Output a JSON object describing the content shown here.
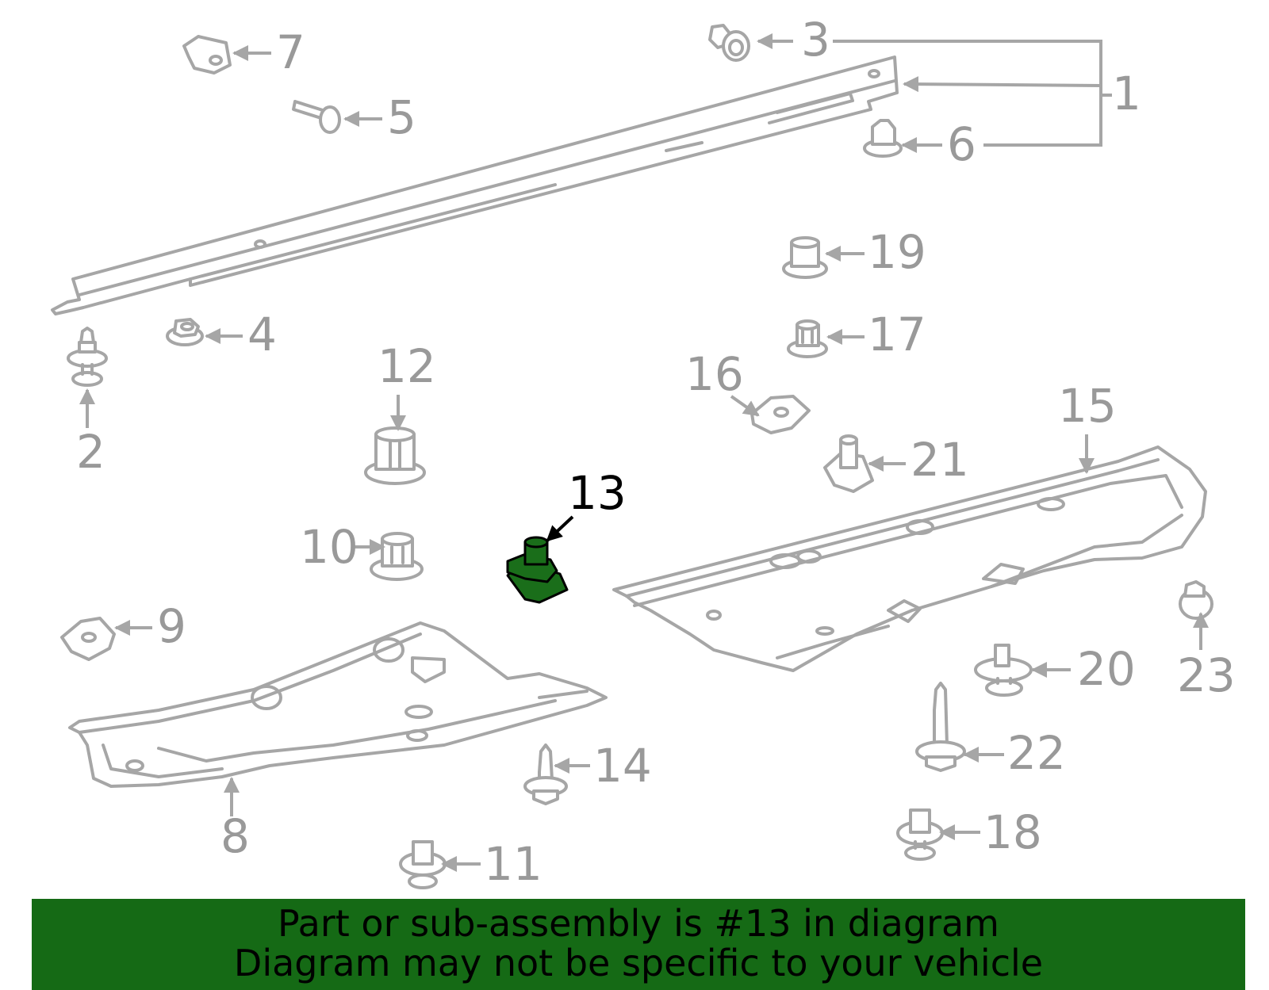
{
  "diagram": {
    "callouts": [
      "1",
      "2",
      "3",
      "4",
      "5",
      "6",
      "7",
      "8",
      "9",
      "10",
      "11",
      "12",
      "13",
      "14",
      "15",
      "16",
      "17",
      "18",
      "19",
      "20",
      "21",
      "22",
      "23"
    ],
    "highlighted_part": "13",
    "highlight_color": "#1a6e1a",
    "part_color": "#a6a6a6",
    "label_color": "#999999"
  },
  "banner": {
    "line1": "Part or sub-assembly is #13 in diagram",
    "line2": "Diagram may not be specific to your vehicle",
    "background": "#156a15"
  }
}
